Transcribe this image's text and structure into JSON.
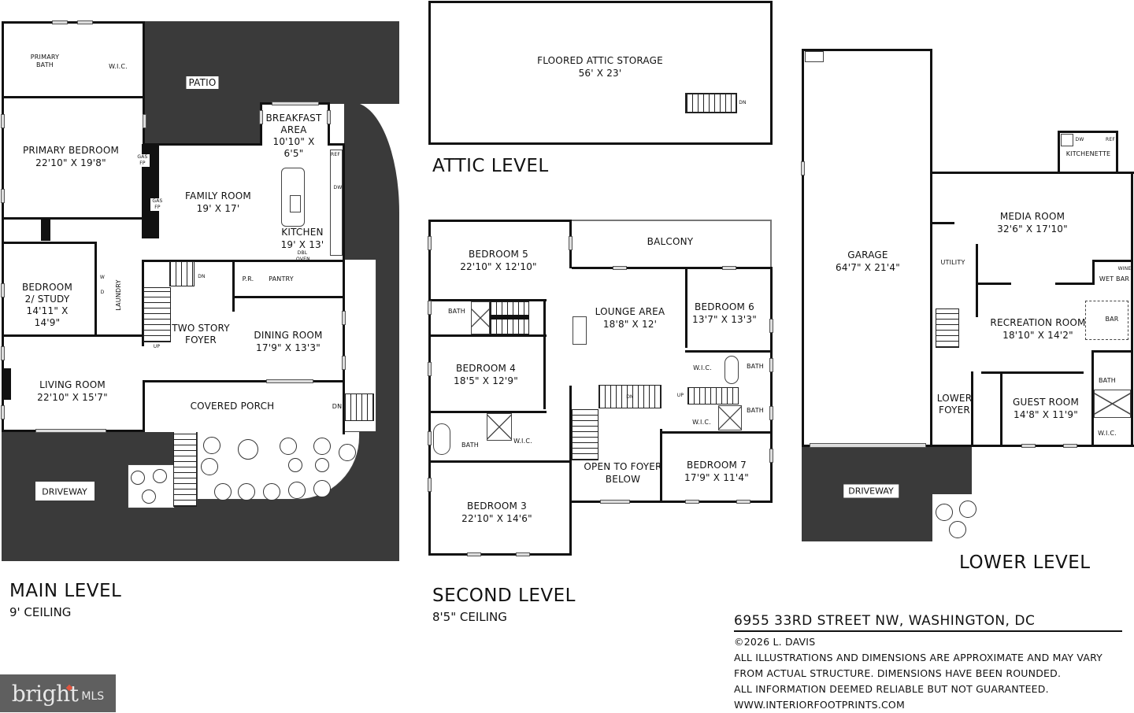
{
  "main_level": {
    "title": "MAIN LEVEL",
    "ceiling": "9' CEILING",
    "rooms": {
      "primary_bath": {
        "name": "PRIMARY BATH"
      },
      "wic": {
        "name": "W.I.C."
      },
      "patio": {
        "name": "PATIO"
      },
      "breakfast_area": {
        "name": "BREAKFAST AREA",
        "dim": "10'10\" X 6'5\""
      },
      "primary_bedroom": {
        "name": "PRIMARY BEDROOM",
        "dim": "22'10\" X 19'8\""
      },
      "family_room": {
        "name": "FAMILY ROOM",
        "dim": "19' X 17'"
      },
      "kitchen": {
        "name": "KITCHEN",
        "dim": "19' X 13'"
      },
      "bedroom2": {
        "name": "BEDROOM 2/ STUDY",
        "dim": "14'11\" X 14'9\""
      },
      "laundry": {
        "name": "LAUNDRY"
      },
      "powder_room": {
        "name": "P.R."
      },
      "pantry": {
        "name": "PANTRY"
      },
      "two_story_foyer": {
        "name": "TWO STORY FOYER"
      },
      "dining_room": {
        "name": "DINING ROOM",
        "dim": "17'9\" X 13'3\""
      },
      "living_room": {
        "name": "LIVING ROOM",
        "dim": "22'10\" X 15'7\""
      },
      "covered_porch": {
        "name": "COVERED PORCH"
      },
      "driveway": {
        "name": "DRIVEWAY"
      }
    },
    "fixtures": {
      "gas_fp": "GAS FP",
      "ref": "REF",
      "dw": "DW",
      "dbl_oven": "DBL OVEN",
      "washer": "W",
      "dryer": "D",
      "dn": "DN",
      "up": "UP"
    }
  },
  "attic_level": {
    "title": "ATTIC LEVEL",
    "rooms": {
      "storage": {
        "name": "FLOORED ATTIC STORAGE",
        "dim": "56' X 23'"
      }
    },
    "stairs_label": "DN"
  },
  "second_level": {
    "title": "SECOND LEVEL",
    "ceiling": "8'5\" CEILING",
    "rooms": {
      "bedroom5": {
        "name": "BEDROOM 5",
        "dim": "22'10\" X 12'10\""
      },
      "balcony": {
        "name": "BALCONY"
      },
      "bath_a": {
        "name": "BATH"
      },
      "lounge": {
        "name": "LOUNGE AREA",
        "dim": "18'8\" X 12'"
      },
      "bedroom6": {
        "name": "BEDROOM 6",
        "dim": "13'7\" X 13'3\""
      },
      "bedroom4": {
        "name": "BEDROOM 4",
        "dim": "18'5\" X 12'9\""
      },
      "wic_b6": {
        "name": "W.I.C."
      },
      "bath_b6": {
        "name": "BATH"
      },
      "bath_b3": {
        "name": "BATH"
      },
      "wic_b3": {
        "name": "W.I.C."
      },
      "open_foyer": {
        "name": "OPEN TO FOYER BELOW"
      },
      "wic_b7": {
        "name": "W.I.C."
      },
      "bath_b7": {
        "name": "BATH"
      },
      "bedroom7": {
        "name": "BEDROOM 7",
        "dim": "17'9\" X 11'4\""
      },
      "bedroom3": {
        "name": "BEDROOM 3",
        "dim": "22'10\" X 14'6\""
      }
    },
    "fixtures": {
      "dn": "DN",
      "up": "UP"
    }
  },
  "lower_level": {
    "title": "LOWER LEVEL",
    "rooms": {
      "garage": {
        "name": "GARAGE",
        "dim": "64'7\" X 21'4\""
      },
      "kitchenette": {
        "name": "KITCHENETTE"
      },
      "media_room": {
        "name": "MEDIA ROOM",
        "dim": "32'6\" X 17'10\""
      },
      "utility": {
        "name": "UTILITY"
      },
      "wet_bar": {
        "name": "WET BAR"
      },
      "recreation": {
        "name": "RECREATION ROOM",
        "dim": "18'10\" X 14'2\""
      },
      "bar": {
        "name": "BAR"
      },
      "bath": {
        "name": "BATH"
      },
      "lower_foyer": {
        "name": "LOWER FOYER"
      },
      "guest_room": {
        "name": "GUEST ROOM",
        "dim": "14'8\" X 11'9\""
      },
      "wic": {
        "name": "W.I.C."
      },
      "driveway": {
        "name": "DRIVEWAY"
      }
    },
    "fixtures": {
      "dw": "DW",
      "ref": "REF",
      "wine": "WINE"
    }
  },
  "footer": {
    "address": "6955 33RD STREET NW, WASHINGTON, DC",
    "copyright": "©2026 L. DAVIS",
    "disclaimer_lines": [
      "ALL ILLUSTRATIONS AND DIMENSIONS ARE APPROXIMATE AND MAY VARY",
      "FROM ACTUAL STRUCTURE. DIMENSIONS HAVE BEEN ROUNDED.",
      "ALL INFORMATION DEEMED RELIABLE BUT NOT GUARANTEED.",
      "WWW.INTERIORFOOTPRINTS.COM"
    ]
  },
  "watermark": {
    "brand": "bright",
    "suffix": "MLS",
    "bg_color": "#5f5f5f",
    "accent_color": "#e0543f"
  }
}
